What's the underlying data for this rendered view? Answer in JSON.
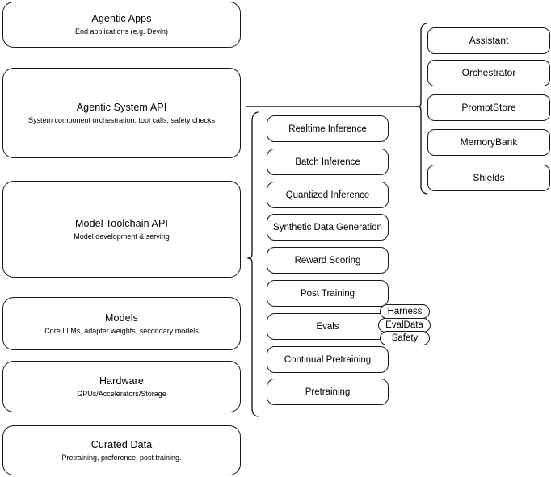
{
  "diagram": {
    "title": "AI stack layered architecture diagram",
    "stroke_color": "#1a1a1a",
    "background_color": "#ffffff"
  },
  "layers": [
    {
      "name": "agentic-apps",
      "title": "Agentic Apps",
      "subtitle": "End applications (e.g. Devin)"
    },
    {
      "name": "agentic-system-api",
      "title": "Agentic System API",
      "subtitle": "System component orchestration, tool calls, safety checks"
    },
    {
      "name": "model-toolchain-api",
      "title": "Model Toolchain API",
      "subtitle": "Model development & serving"
    },
    {
      "name": "models",
      "title": "Models",
      "subtitle": "Core LLMs, adapter weights, secondary models"
    },
    {
      "name": "hardware",
      "title": "Hardware",
      "subtitle": "GPUs/Accelerators/Storage"
    },
    {
      "name": "curated-data",
      "title": "Curated Data",
      "subtitle": "Pretraining, preference, post training."
    }
  ],
  "toolchain_capabilities": [
    {
      "name": "realtime-inference",
      "label": "Realtime Inference"
    },
    {
      "name": "batch-inference",
      "label": "Batch Inference"
    },
    {
      "name": "quantized-inference",
      "label": "Quantized Inference"
    },
    {
      "name": "synthetic-data-generation",
      "label": "Synthetic Data Generation"
    },
    {
      "name": "reward-scoring",
      "label": "Reward Scoring"
    },
    {
      "name": "post-training",
      "label": "Post Training"
    },
    {
      "name": "evals",
      "label": "Evals"
    },
    {
      "name": "continual-pretraining",
      "label": "Continual Pretraining"
    },
    {
      "name": "pretraining",
      "label": "Pretraining"
    }
  ],
  "evals_tags": [
    {
      "name": "harness",
      "label": "Harness"
    },
    {
      "name": "evaldata",
      "label": "EvalData"
    },
    {
      "name": "safety",
      "label": "Safety"
    }
  ],
  "system_components": [
    {
      "name": "assistant",
      "label": "Assistant"
    },
    {
      "name": "orchestrator",
      "label": "Orchestrator"
    },
    {
      "name": "promptstore",
      "label": "PromptStore"
    },
    {
      "name": "memorybank",
      "label": "MemoryBank"
    },
    {
      "name": "shields",
      "label": "Shields"
    }
  ]
}
